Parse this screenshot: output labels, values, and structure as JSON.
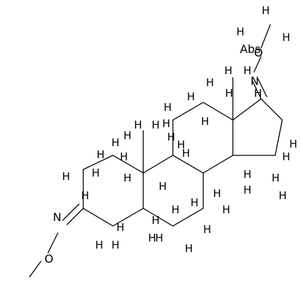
{
  "labels": {
    "H": "H",
    "O": "O",
    "N": "N",
    "Abs": "Abs"
  },
  "colors": {
    "ink": "#000000",
    "background": "#ffffff"
  }
}
